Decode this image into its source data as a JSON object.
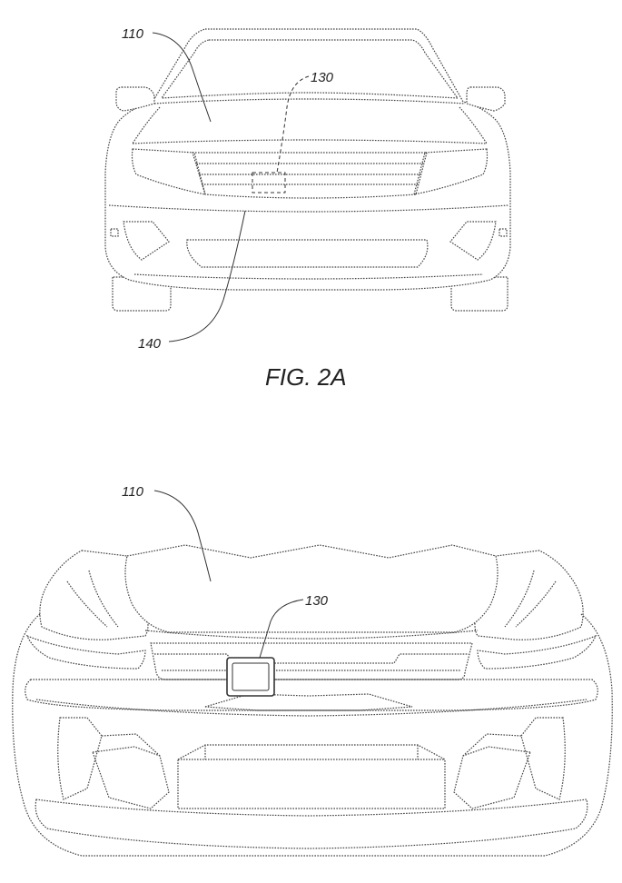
{
  "figure_a": {
    "caption": "FIG. 2A",
    "labels": {
      "hood": "110",
      "sensor": "130",
      "bumper": "140"
    }
  },
  "figure_b": {
    "labels": {
      "hood": "110",
      "sensor": "130"
    }
  }
}
